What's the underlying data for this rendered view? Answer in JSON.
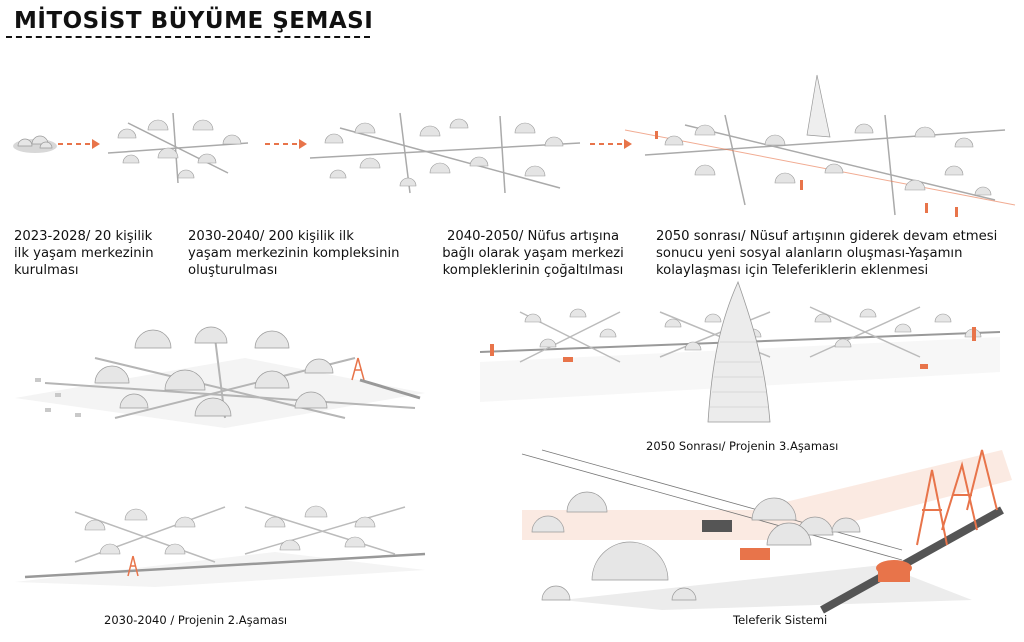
{
  "title": "MİTOSİST BÜYÜME ŞEMASI",
  "stages": [
    {
      "label": "2023-2028/ 20 kişilik\nilk yaşam merkezinin\nkurulması"
    },
    {
      "label": "2030-2040/ 200 kişilik  ilk\nyaşam merkezinin kompleksinin\noluşturulması"
    },
    {
      "label": "2040-2050/ Nüfus artışına\nbağlı olarak yaşam merkezi\nkompleklerinin çoğaltılması"
    },
    {
      "label": "2050 sonrası/ Nüsuf artışının giderek devam etmesi\nsonucu yeni sosyal alanların oluşması-Yaşamın\nkolaylaşması için Teleferiklerin eklenmesi"
    }
  ],
  "captions": {
    "phase3": "2050 Sonrası/ Projenin 3.Aşaması",
    "phase2": "2030-2040 / Projenin 2.Aşaması",
    "cable": "Teleferik Sistemi"
  },
  "colors": {
    "accent": "#e8744a",
    "dome": "#e4e4e4",
    "dome_edge": "#9a9a9a",
    "ground": "#bdbdbd"
  }
}
